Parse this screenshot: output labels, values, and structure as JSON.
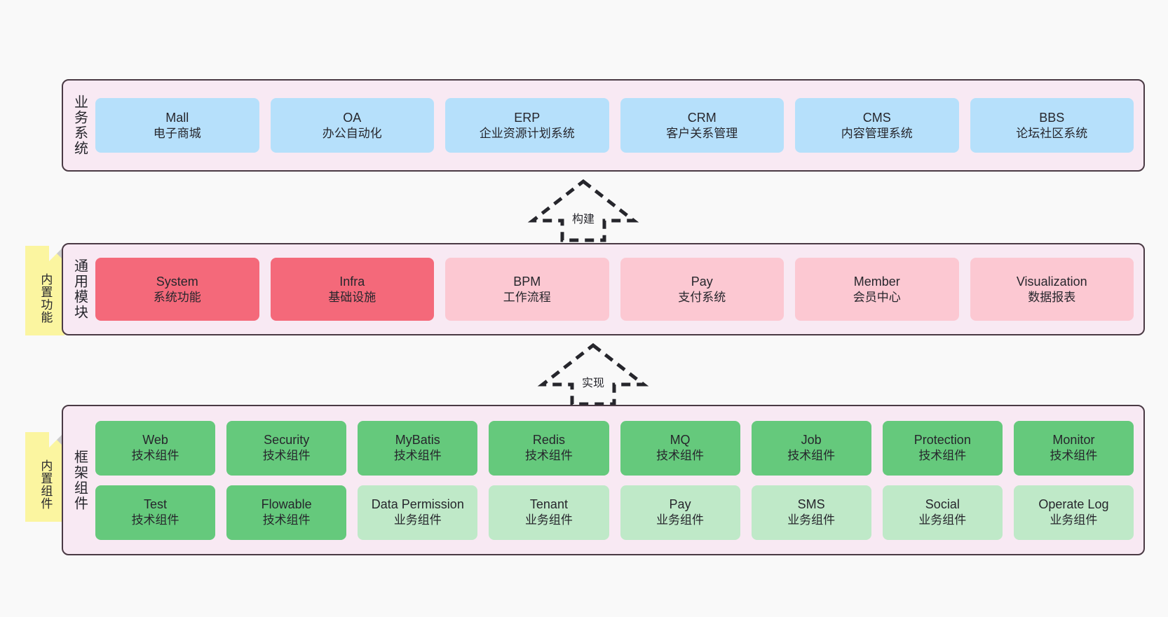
{
  "diagram": {
    "background_color": "#f9f9f9",
    "layer_fill": "#f8e9f3",
    "layer_border": "#4a3a44",
    "sticky_color": "#fbf5a0"
  },
  "layers": [
    {
      "id": "business-system",
      "caption": "业务系统",
      "node_color": "#b6e0fb",
      "nodes": [
        {
          "name": "Mall",
          "desc": "电子商城"
        },
        {
          "name": "OA",
          "desc": "办公自动化"
        },
        {
          "name": "ERP",
          "desc": "企业资源计划系统"
        },
        {
          "name": "CRM",
          "desc": "客户关系管理"
        },
        {
          "name": "CMS",
          "desc": "内容管理系统"
        },
        {
          "name": "BBS",
          "desc": "论坛社区系统"
        }
      ]
    },
    {
      "id": "common-module",
      "caption": "通用模块",
      "sticky": "内置功能",
      "node_color_primary": "#f4697a",
      "node_color_secondary": "#fcc8d2",
      "nodes": [
        {
          "name": "System",
          "desc": "系统功能",
          "variant": "core"
        },
        {
          "name": "Infra",
          "desc": "基础设施",
          "variant": "core"
        },
        {
          "name": "BPM",
          "desc": "工作流程",
          "variant": "mod"
        },
        {
          "name": "Pay",
          "desc": "支付系统",
          "variant": "mod"
        },
        {
          "name": "Member",
          "desc": "会员中心",
          "variant": "mod"
        },
        {
          "name": "Visualization",
          "desc": "数据报表",
          "variant": "mod"
        }
      ]
    },
    {
      "id": "framework-component",
      "caption": "框架组件",
      "sticky": "内置组件",
      "node_color_tech": "#65c97c",
      "node_color_biz": "#bfe9c8",
      "rows": [
        [
          {
            "name": "Web",
            "desc": "技术组件",
            "variant": "tech"
          },
          {
            "name": "Security",
            "desc": "技术组件",
            "variant": "tech"
          },
          {
            "name": "MyBatis",
            "desc": "技术组件",
            "variant": "tech"
          },
          {
            "name": "Redis",
            "desc": "技术组件",
            "variant": "tech"
          },
          {
            "name": "MQ",
            "desc": "技术组件",
            "variant": "tech"
          },
          {
            "name": "Job",
            "desc": "技术组件",
            "variant": "tech"
          },
          {
            "name": "Protection",
            "desc": "技术组件",
            "variant": "tech"
          },
          {
            "name": "Monitor",
            "desc": "技术组件",
            "variant": "tech"
          }
        ],
        [
          {
            "name": "Test",
            "desc": "技术组件",
            "variant": "tech"
          },
          {
            "name": "Flowable",
            "desc": "技术组件",
            "variant": "tech"
          },
          {
            "name": "Data Permission",
            "desc": "业务组件",
            "variant": "bizcomp"
          },
          {
            "name": "Tenant",
            "desc": "业务组件",
            "variant": "bizcomp"
          },
          {
            "name": "Pay",
            "desc": "业务组件",
            "variant": "bizcomp"
          },
          {
            "name": "SMS",
            "desc": "业务组件",
            "variant": "bizcomp"
          },
          {
            "name": "Social",
            "desc": "业务组件",
            "variant": "bizcomp"
          },
          {
            "name": "Operate Log",
            "desc": "业务组件",
            "variant": "bizcomp"
          }
        ]
      ]
    }
  ],
  "arrows": [
    {
      "id": "build-arrow",
      "label": "构建",
      "direction": "up"
    },
    {
      "id": "implement-arrow",
      "label": "实现",
      "direction": "up"
    }
  ]
}
